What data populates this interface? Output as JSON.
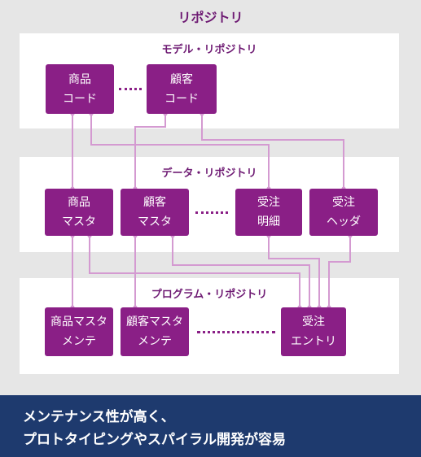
{
  "title": "リポジトリ",
  "bands": {
    "model": "モデル・リポジトリ",
    "data": "データ・リポジトリ",
    "program": "プログラム・リポジトリ"
  },
  "nodes": {
    "product_code": [
      "商品",
      "コード"
    ],
    "customer_code": [
      "顧客",
      "コード"
    ],
    "product_master": [
      "商品",
      "マスタ"
    ],
    "customer_master": [
      "顧客",
      "マスタ"
    ],
    "order_detail": [
      "受注",
      "明細"
    ],
    "order_header": [
      "受注",
      "ヘッダ"
    ],
    "product_master_maint": [
      "商品マスタ",
      "メンテ"
    ],
    "customer_master_maint": [
      "顧客マスタ",
      "メンテ"
    ],
    "order_entry": [
      "受注",
      "エントリ"
    ]
  },
  "footer": {
    "line1": "メンテナンス性が高く、",
    "line2": "プロトタイピングやスパイラル開発が容易"
  },
  "colors": {
    "accent": "#8a1f86",
    "title": "#6e1a73",
    "connector": "#d49ad1",
    "footer_bg": "#1e3a6e"
  }
}
